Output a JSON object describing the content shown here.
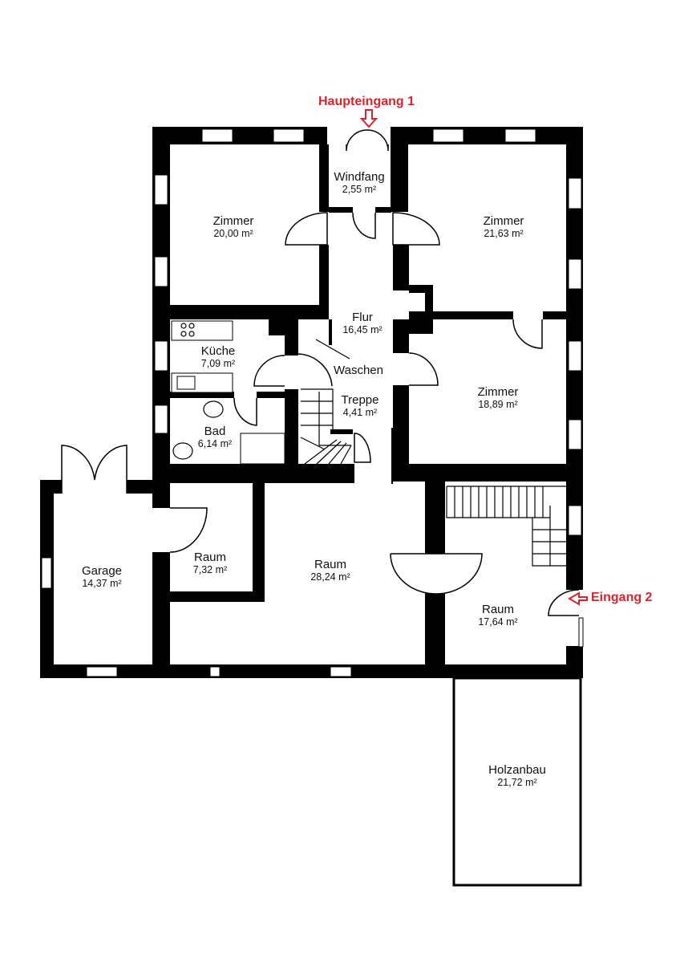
{
  "plan": {
    "entrances": [
      {
        "label": "Haupteingang 1",
        "color": "#d9232e"
      },
      {
        "label": "Eingang 2",
        "color": "#d9232e"
      }
    ],
    "rooms": [
      {
        "name": "Windfang",
        "area": "2,55 m²"
      },
      {
        "name": "Zimmer",
        "area": "20,00 m²"
      },
      {
        "name": "Zimmer",
        "area": "21,63 m²"
      },
      {
        "name": "Flur",
        "area": "16,45 m²"
      },
      {
        "name": "Küche",
        "area": "7,09 m²"
      },
      {
        "name": "Zimmer",
        "area": "18,89 m²"
      },
      {
        "name": "Treppe",
        "area": "4,41 m²"
      },
      {
        "name": "Bad",
        "area": "6,14 m²"
      },
      {
        "name": "Garage",
        "area": "14,37 m²"
      },
      {
        "name": "Raum",
        "area": "7,32 m²"
      },
      {
        "name": "Raum",
        "area": "28,24 m²"
      },
      {
        "name": "Raum",
        "area": "17,64 m²"
      },
      {
        "name": "Holzanbau",
        "area": "21,72 m²"
      }
    ],
    "annotations": [
      "Waschen"
    ]
  }
}
